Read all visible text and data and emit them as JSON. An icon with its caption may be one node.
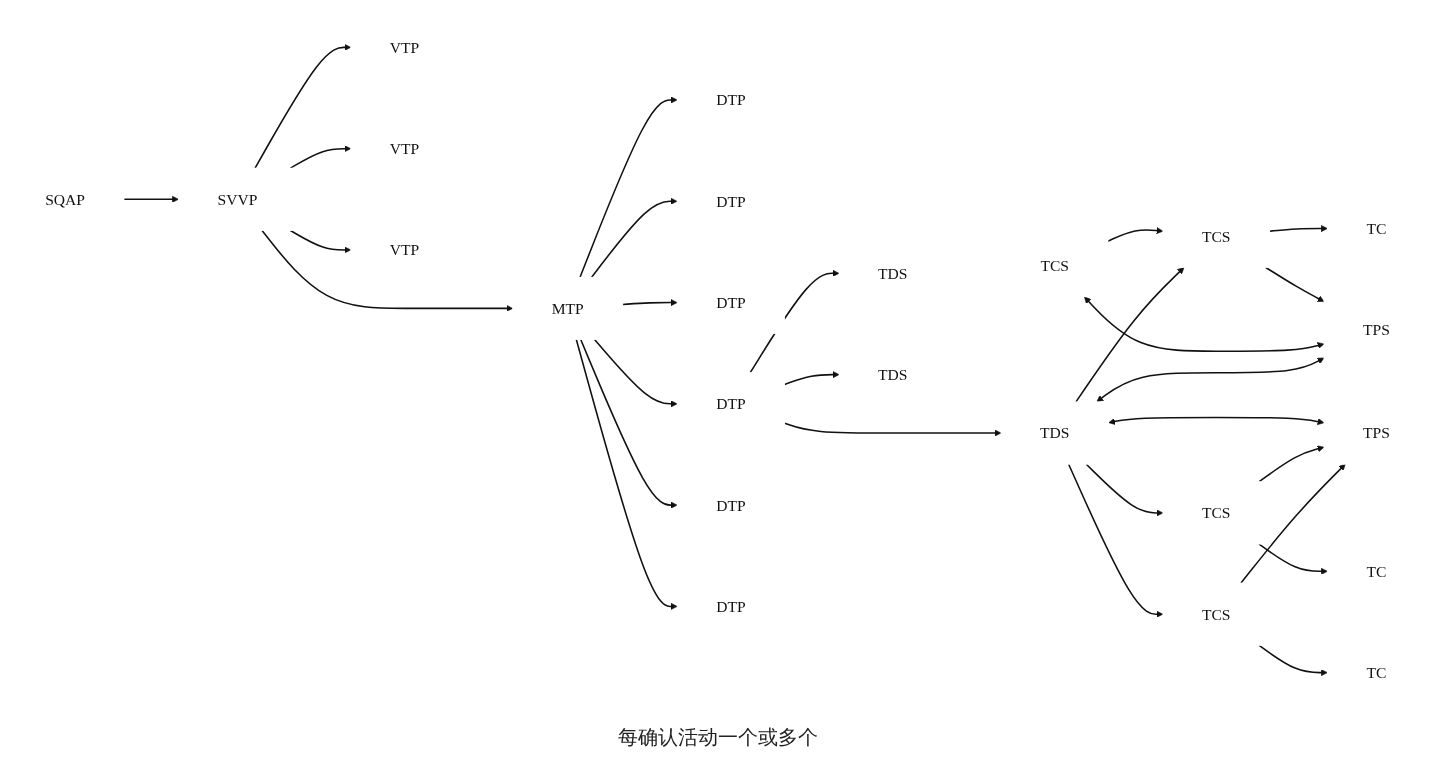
{
  "diagram": {
    "nodes": [
      {
        "text": [
          "SQAP"
        ]
      },
      {
        "text": [
          "SVVP"
        ]
      },
      {
        "text": [
          "VTP"
        ]
      },
      {
        "text": [
          "VTP"
        ]
      },
      {
        "text": [
          "VTP"
        ]
      },
      {
        "text": [
          "MTP"
        ]
      },
      {
        "text": [
          "DTP"
        ]
      },
      {
        "text": [
          "DTP"
        ]
      },
      {
        "text": [
          "DTP"
        ]
      },
      {
        "text": [
          "DTP"
        ]
      },
      {
        "text": [
          "DTP"
        ]
      },
      {
        "text": [
          "DTP"
        ]
      },
      {
        "text": [
          "TCS"
        ]
      },
      {
        "text": [
          "TCS"
        ]
      },
      {
        "text": [
          "TC"
        ]
      },
      {
        "text": [
          "TDS"
        ]
      },
      {
        "text": [
          "TPS"
        ]
      },
      {
        "text": [
          "TDS"
        ]
      },
      {
        "text": [
          "TPS"
        ]
      },
      {
        "text": [
          "TC"
        ]
      },
      {
        "text": [
          "TDS"
        ]
      },
      {
        "text": [
          "TCS"
        ]
      },
      {
        "text": [
          "TCS"
        ]
      },
      {
        "text": [
          "TC"
        ]
      }
    ],
    "edges": [
      {
        "from": 0,
        "to": 1,
        "arrow": "to"
      },
      {
        "from": 1,
        "to": 2,
        "arrow": "to"
      },
      {
        "from": 1,
        "to": 3,
        "arrow": "to"
      },
      {
        "from": 1,
        "to": 4,
        "arrow": "to"
      },
      {
        "from": 1,
        "to": 5,
        "arrow": "to"
      },
      {
        "from": 5,
        "to": 6,
        "arrow": "to"
      },
      {
        "from": 5,
        "to": 7,
        "arrow": "to"
      },
      {
        "from": 5,
        "to": 8,
        "arrow": "to"
      },
      {
        "from": 5,
        "to": 9,
        "arrow": "to"
      },
      {
        "from": 5,
        "to": 10,
        "arrow": "to"
      },
      {
        "from": 5,
        "to": 11,
        "arrow": "to"
      },
      {
        "from": 9,
        "to": 15,
        "arrow": "to"
      },
      {
        "from": 9,
        "to": 17,
        "arrow": "to"
      },
      {
        "from": 9,
        "to": 20,
        "arrow": "to"
      },
      {
        "from": 12,
        "to": 13,
        "arrow": "to"
      },
      {
        "from": 13,
        "to": 14,
        "arrow": "to"
      },
      {
        "from": 13,
        "to": 16,
        "arrow": "to"
      },
      {
        "from": 12,
        "to": 16,
        "arrow": "both"
      },
      {
        "from": 17,
        "to": 13,
        "arrow": "to"
      },
      {
        "from": 17,
        "to": 16,
        "arrow": "both"
      },
      {
        "from": 17,
        "to": 18,
        "arrow": "both"
      },
      {
        "from": 17,
        "to": 21,
        "arrow": "to"
      },
      {
        "from": 17,
        "to": 22,
        "arrow": "to"
      },
      {
        "from": 21,
        "to": 18,
        "arrow": "to"
      },
      {
        "from": 21,
        "to": 19,
        "arrow": "to"
      },
      {
        "from": 22,
        "to": 18,
        "arrow": "to"
      },
      {
        "from": 22,
        "to": 23,
        "arrow": "to"
      }
    ],
    "labels": [
      "每确认活动一个或多个"
    ]
  }
}
